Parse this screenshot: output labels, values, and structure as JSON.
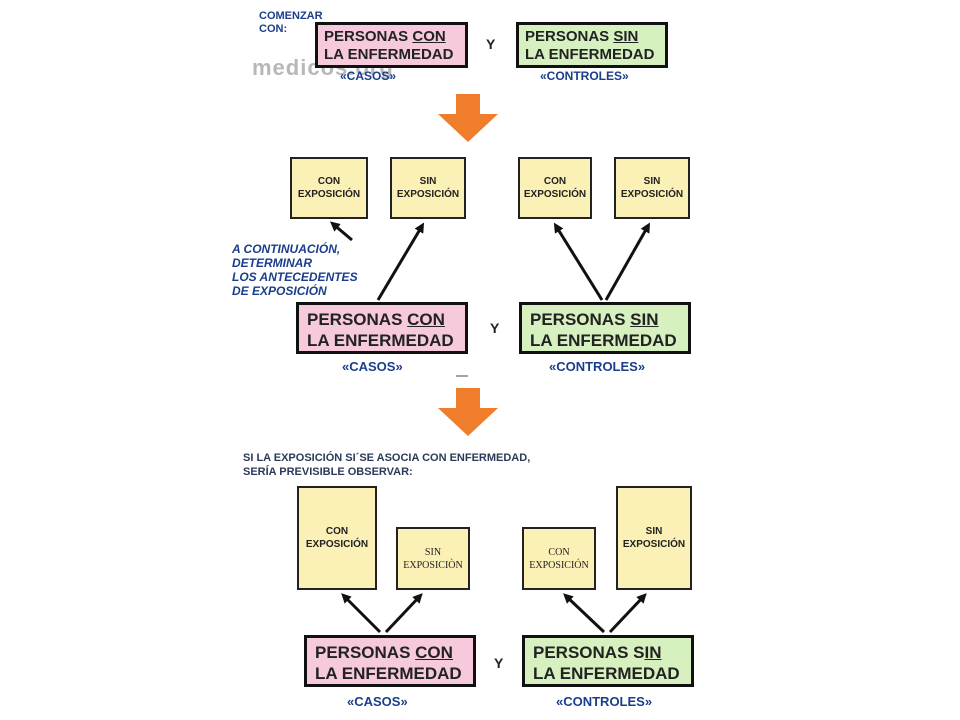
{
  "top": {
    "intro": [
      "COMENZAR",
      "CON:"
    ],
    "cases_box": {
      "l1a": "PERSONAS ",
      "l1b": "CON",
      "l2": "LA ENFERMEDAD"
    },
    "connector": "Y",
    "controls_box": {
      "l1a": "PERSONAS ",
      "l1b": "SIN",
      "l2": "LA ENFERMEDAD"
    },
    "cases_label": "«CASOS»",
    "controls_label": "«CONTROLES»",
    "watermark": "medicos.org"
  },
  "middle": {
    "exp_boxes": [
      {
        "l1": "CON",
        "l2": "EXPOSICIÓN"
      },
      {
        "l1": "SIN",
        "l2": "EXPOSICIÓN"
      },
      {
        "l1": "CON",
        "l2": "EXPOSICIÓN"
      },
      {
        "l1": "SIN",
        "l2": "EXPOSICIÓN"
      }
    ],
    "note": [
      "A CONTINUACIÓN,",
      "DETERMINAR",
      "LOS ANTECEDENTES",
      "DE EXPOSICIÓN"
    ],
    "cases_box": {
      "l1a": "PERSONAS ",
      "l1b": "CON",
      "l2": "LA ENFERMEDAD"
    },
    "connector": "Y",
    "controls_box": {
      "l1a": "PERSONAS ",
      "l1b": "SIN",
      "l2": "LA ENFERMEDAD"
    },
    "cases_label": "«CASOS»",
    "controls_label": "«CONTROLES»"
  },
  "bottom": {
    "note": [
      "SI LA EXPOSICIÓN SI´SE ASOCIA CON ENFERMEDAD,",
      "SERÍA PREVISIBLE OBSERVAR:"
    ],
    "exp_boxes": [
      {
        "l1": "CON",
        "l2": "EXPOSICIÓN"
      },
      {
        "l1": "SIN",
        "l2": "EXPOSICIÒN"
      },
      {
        "l1": "CON",
        "l2": "EXPOSICIÓN"
      },
      {
        "l1": "SIN",
        "l2": "EXPOSICIÓN"
      }
    ],
    "cases_box": {
      "l1a": "PERSONAS ",
      "l1b": "CON",
      "l2": "LA ENFERMEDAD"
    },
    "connector": "Y",
    "controls_box": {
      "l1a": "PERSONAS S",
      "l1b": "IN",
      "l2": "LA ENFERMEDAD"
    },
    "cases_label": "«CASOS»",
    "controls_label": "«CONTROLES»"
  },
  "colors": {
    "arrow": "#ef7d2b",
    "cases": "#f6c9dc",
    "controls": "#d6f0bf",
    "exposure": "#fbf0b5",
    "label_blue": "#1a3e8c"
  }
}
